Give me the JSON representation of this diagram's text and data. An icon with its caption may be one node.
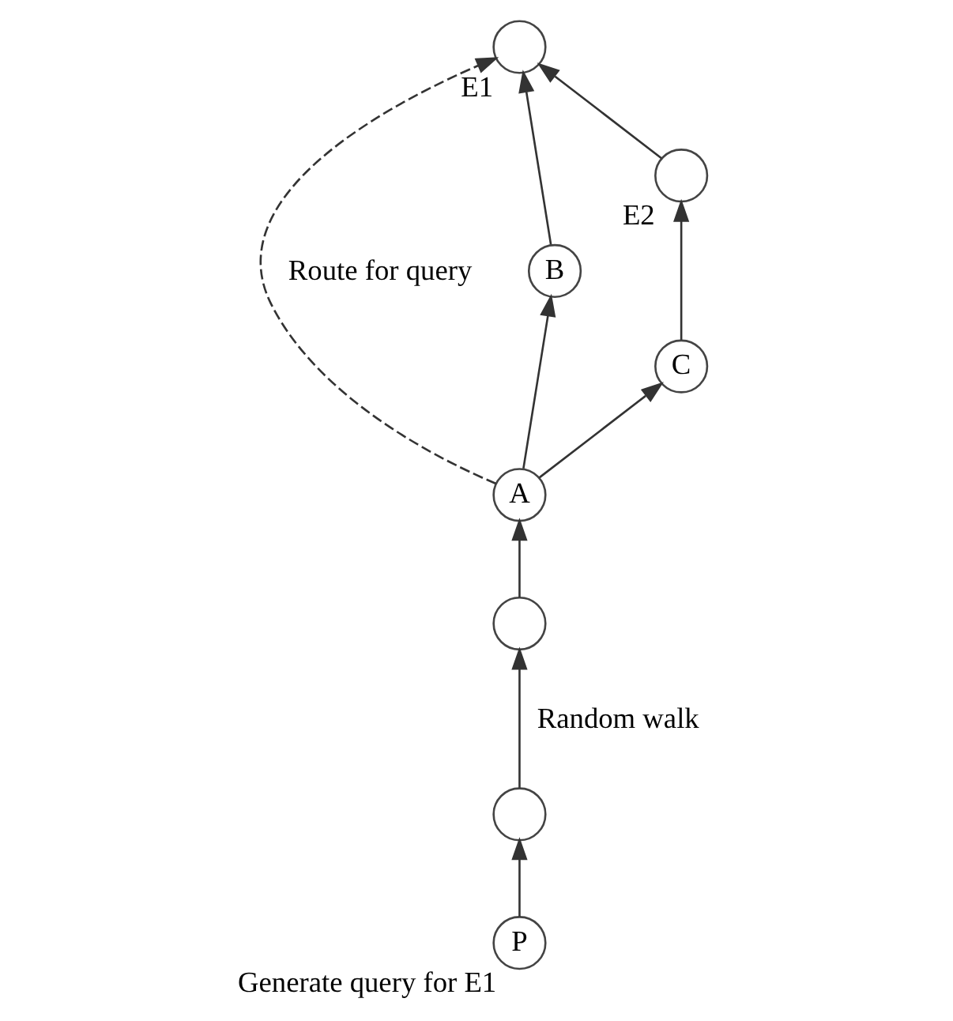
{
  "diagram": {
    "nodes": [
      {
        "text": [],
        "shape": "circle",
        "beside": [
          "E1"
        ]
      },
      {
        "text": [
          "B"
        ]
      },
      {
        "text": [],
        "shape": "circle",
        "beside": [
          "E2"
        ]
      },
      {
        "text": [
          "A"
        ]
      },
      {
        "text": [
          "C"
        ]
      },
      {
        "text": [],
        "shape": "circle"
      },
      {
        "text": [],
        "shape": "circle"
      },
      {
        "text": [
          "P"
        ],
        "beside": [
          "Generate query for E1"
        ]
      }
    ],
    "edges": [
      {
        "from": 7,
        "to": 6,
        "arrow": "to"
      },
      {
        "from": 6,
        "to": 5,
        "arrow": "to",
        "label": "Random walk"
      },
      {
        "from": 5,
        "to": 3,
        "arrow": "to"
      },
      {
        "from": 3,
        "to": 4,
        "arrow": "to"
      },
      {
        "from": 4,
        "to": 2,
        "arrow": "to"
      },
      {
        "from": 2,
        "to": 0,
        "arrow": "to"
      },
      {
        "from": 3,
        "to": 1,
        "arrow": "to"
      },
      {
        "from": 1,
        "to": 0,
        "arrow": "to"
      },
      {
        "from": 3,
        "to": 0,
        "arrow": "to",
        "style": "dashed",
        "label": "Route for query"
      }
    ]
  }
}
